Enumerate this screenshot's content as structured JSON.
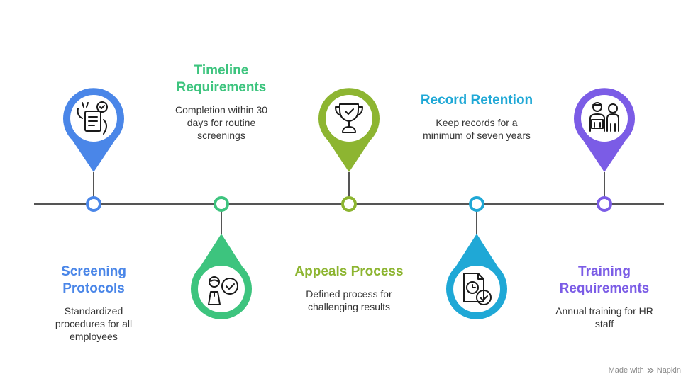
{
  "steps": [
    {
      "title": "Screening Protocols",
      "title_lines": [
        "Screening",
        "Protocols"
      ],
      "desc_lines": [
        "Standardized",
        "procedures for all",
        "employees"
      ],
      "color": "#4a86e8",
      "icon": "checklist-hand-icon",
      "pin": "up"
    },
    {
      "title": "Timeline Requirements",
      "title_lines": [
        "Timeline",
        "Requirements"
      ],
      "desc_lines": [
        "Completion within 30",
        "days for routine",
        "screenings"
      ],
      "color": "#3dc47e",
      "icon": "person-check-icon",
      "pin": "down"
    },
    {
      "title": "Appeals Process",
      "title_lines": [
        "Appeals Process"
      ],
      "desc_lines": [
        "Defined process for",
        "challenging results"
      ],
      "color": "#8db531",
      "icon": "trophy-check-icon",
      "pin": "up"
    },
    {
      "title": "Record Retention",
      "title_lines": [
        "Record Retention"
      ],
      "desc_lines": [
        "Keep records for a",
        "minimum of seven years"
      ],
      "color": "#1fa8d6",
      "icon": "document-clock-icon",
      "pin": "down"
    },
    {
      "title": "Training Requirements",
      "title_lines": [
        "Training",
        "Requirements"
      ],
      "desc_lines": [
        "Annual training for HR",
        "staff"
      ],
      "color": "#7b5ce6",
      "icon": "trainer-people-icon",
      "pin": "up"
    }
  ],
  "footer": {
    "made_with": "Made with",
    "brand": "Napkin"
  }
}
